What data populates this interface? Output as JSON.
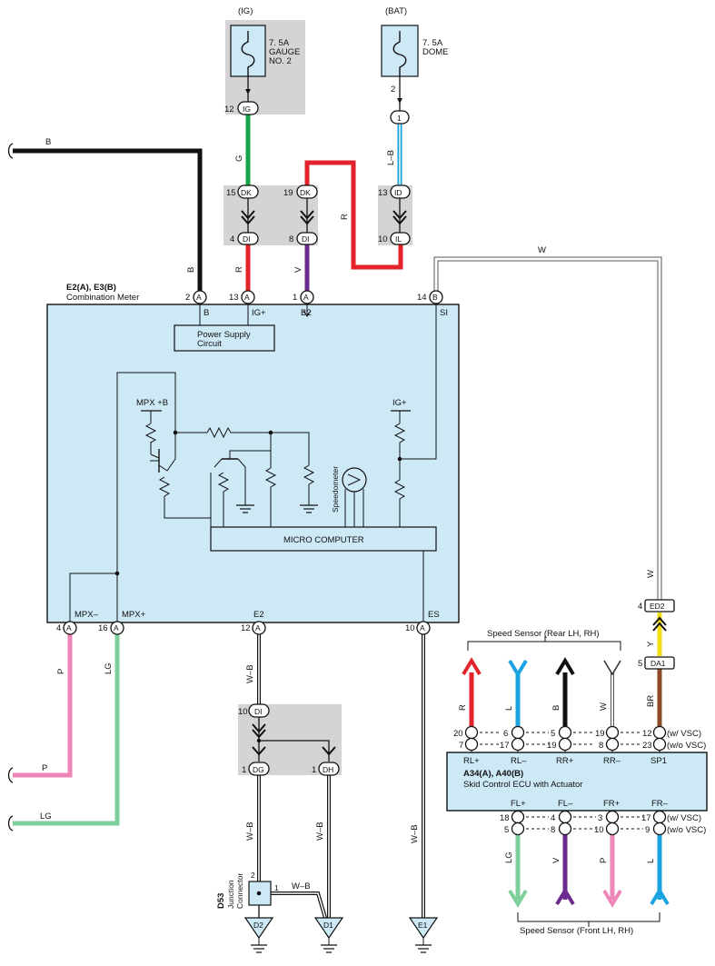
{
  "sources": {
    "ig": {
      "label": "(IG)",
      "fuse_amp": "7. 5A",
      "fuse_name_1": "GAUGE",
      "fuse_name_2": "NO. 2",
      "pin": "12",
      "conn": "IG"
    },
    "bat": {
      "label": "(BAT)",
      "fuse_amp": "7. 5A",
      "fuse_name": "DOME",
      "pin_top": "2",
      "pin": "1"
    }
  },
  "junctions": {
    "dk1": {
      "pin": "15",
      "conn": "DK"
    },
    "dk2": {
      "pin": "19",
      "conn": "DK"
    },
    "di1": {
      "pin": "4",
      "conn": "DI"
    },
    "di2": {
      "pin": "8",
      "conn": "DI"
    },
    "id": {
      "pin": "13",
      "conn": "ID"
    },
    "il": {
      "pin": "10",
      "conn": "IL"
    },
    "ed2": {
      "pin": "4",
      "conn": "ED2"
    },
    "da1": {
      "pin": "5",
      "conn": "DA1"
    },
    "di3": {
      "pin": "10",
      "conn": "DI"
    },
    "dg": {
      "pin": "1",
      "conn": "DG"
    },
    "dh": {
      "pin": "1",
      "conn": "DH"
    }
  },
  "wires": {
    "b_top": "B",
    "g": "G",
    "lb": "L–B",
    "r_loop": "R",
    "b_in": "B",
    "r_in": "R",
    "v_in": "V",
    "w_top": "W",
    "w_right": "W",
    "y": "Y",
    "br": "BR",
    "p_bottom": "P",
    "lg_bottom": "LG",
    "wb1": "W–B",
    "wb2": "W–B",
    "wb3": "W–B",
    "wb4": "W–B",
    "wb5": "W–B",
    "p_left": "P",
    "lg_left": "LG"
  },
  "meter": {
    "title": "E2(A), E3(B)",
    "subtitle": "Combination Meter",
    "pins_top": [
      {
        "num": "2",
        "conn": "A",
        "label": "B"
      },
      {
        "num": "13",
        "conn": "A",
        "label": "IG+"
      },
      {
        "num": "1",
        "conn": "A",
        "label": "B2"
      },
      {
        "num": "14",
        "conn": "B",
        "label": "SI"
      }
    ],
    "pins_bottom": [
      {
        "num": "4",
        "conn": "A",
        "label": "MPX–"
      },
      {
        "num": "16",
        "conn": "A",
        "label": "MPX+"
      },
      {
        "num": "12",
        "conn": "A",
        "label": "E2"
      },
      {
        "num": "10",
        "conn": "A",
        "label": "ES"
      }
    ],
    "psu_line1": "Power Supply",
    "psu_line2": "Circuit",
    "micro": "MICRO COMPUTER",
    "mpxb": "MPX +B",
    "igp": "IG+",
    "speedometer": "Speedometer"
  },
  "ecu": {
    "title": "A34(A), A40(B)",
    "subtitle": "Skid Control ECU with Actuator",
    "top_labels": [
      "RL+",
      "RL–",
      "RR+",
      "RR–",
      "SP1"
    ],
    "bot_labels": [
      "FL+",
      "FL–",
      "FR+",
      "FR–"
    ],
    "rear_pins_a": [
      "20",
      "6",
      "5",
      "19",
      "12"
    ],
    "rear_pins_b": [
      "7",
      "17",
      "19",
      "8",
      "23"
    ],
    "front_pins_a": [
      "18",
      "4",
      "3",
      "17"
    ],
    "front_pins_b": [
      "5",
      "8",
      "10",
      "9"
    ],
    "rear_wire_colors": [
      "R",
      "L",
      "B",
      "W",
      "BR"
    ],
    "front_wire_colors": [
      "LG",
      "V",
      "P",
      "L"
    ],
    "vsc_w": "(w/ VSC)",
    "vsc_wo": "(w/o VSC)"
  },
  "rear_sensor": "Speed Sensor (Rear LH,  RH)",
  "front_sensor": "Speed Sensor (Front LH,  RH)",
  "junction_conn": {
    "id": "D53",
    "line1": "Junction",
    "line2": "Connector",
    "pin1": "1",
    "pin2": "2"
  },
  "grounds": [
    "D2",
    "D1",
    "E1"
  ],
  "colors": {
    "black": "#111111",
    "green": "#17a34a",
    "red": "#e3232b",
    "blue": "#1aa3e0",
    "purple": "#6a2a8e",
    "yellow": "#f2dc12",
    "brown": "#8b4a25",
    "pink": "#ef86b8",
    "lightgreen": "#7fcf9c",
    "box": "#cde9f6",
    "junction": "#d4d4d6"
  }
}
